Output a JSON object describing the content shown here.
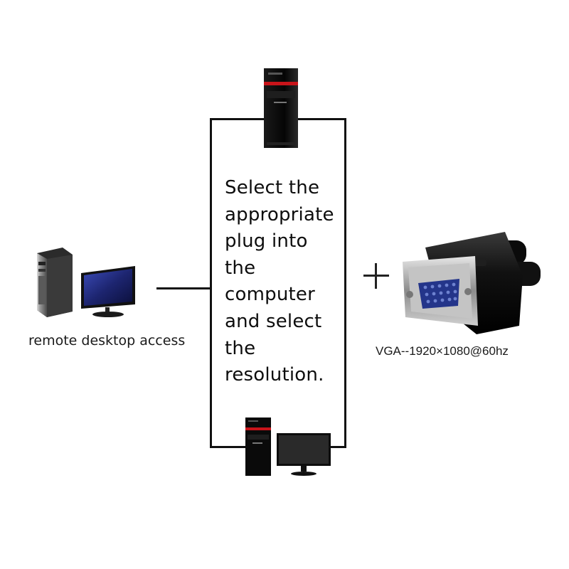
{
  "diagram": {
    "instruction": "Select the\nappropriate\nplug into\nthe\ncomputer\nand select\nthe\nresolution.",
    "remote_caption": "remote desktop access",
    "vga_caption": "VGA--1920×1080@60hz",
    "plus_symbol": "+",
    "icons": [
      "tower-pc-icon",
      "desktop-computer-icon",
      "vga-dummy-plug-icon",
      "monitor-icon"
    ],
    "colors": {
      "line": "#111111",
      "case": "#0b0b0b",
      "accent_red": "#c8141a",
      "connector_blue": "#2a3f8f"
    }
  }
}
